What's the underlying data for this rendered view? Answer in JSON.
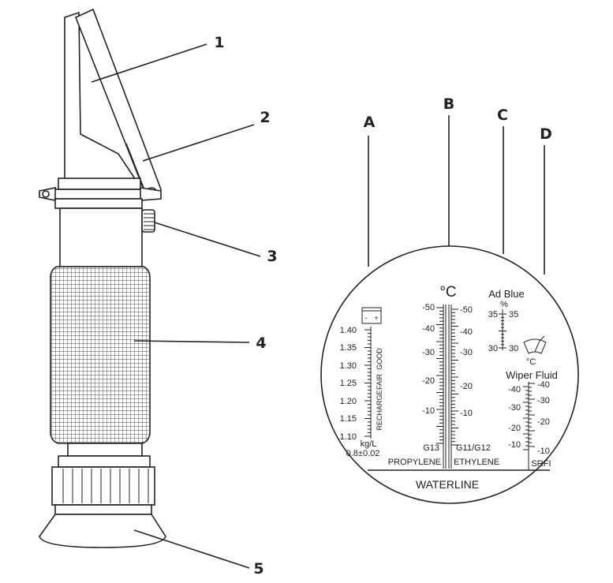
{
  "callouts": [
    "1",
    "2",
    "3",
    "4",
    "5"
  ],
  "scale_letters": [
    "A",
    "B",
    "C",
    "D"
  ],
  "scale_a": {
    "button_minus": "-",
    "button_plus": "+",
    "ticks": [
      "1.40",
      "1.35",
      "1.30",
      "1.25",
      "1.20",
      "1.15",
      "1.10"
    ],
    "unit": "kg/L",
    "accuracy": "0.8±0.02",
    "good": "GOOD",
    "recharge": "RECHARGE",
    "fair": "FAIR"
  },
  "scale_b": {
    "unit": "°C",
    "left_ticks": [
      "-50",
      "-40",
      "-30",
      "-20",
      "-10"
    ],
    "right_ticks": [
      "-50",
      "-40",
      "-30",
      "-20",
      "-10"
    ],
    "left_label": "G13",
    "right_label": "G11/G12",
    "left_fluid": "PROPYLENE",
    "right_fluid": "ETHYLENE"
  },
  "scale_c": {
    "title": "Ad Blue",
    "unit": "%",
    "ticks_left": [
      "35",
      "30"
    ],
    "ticks_right": [
      "35",
      "30"
    ],
    "windshield_unit": "°C"
  },
  "scale_d": {
    "title": "Wiper Fluid",
    "left_ticks": [
      "-40",
      "-30",
      "-20",
      "-10"
    ],
    "right_ticks": [
      "-40",
      "-30",
      "-20",
      "-10"
    ],
    "footer": "SRFI"
  },
  "waterline": "WATERLINE"
}
